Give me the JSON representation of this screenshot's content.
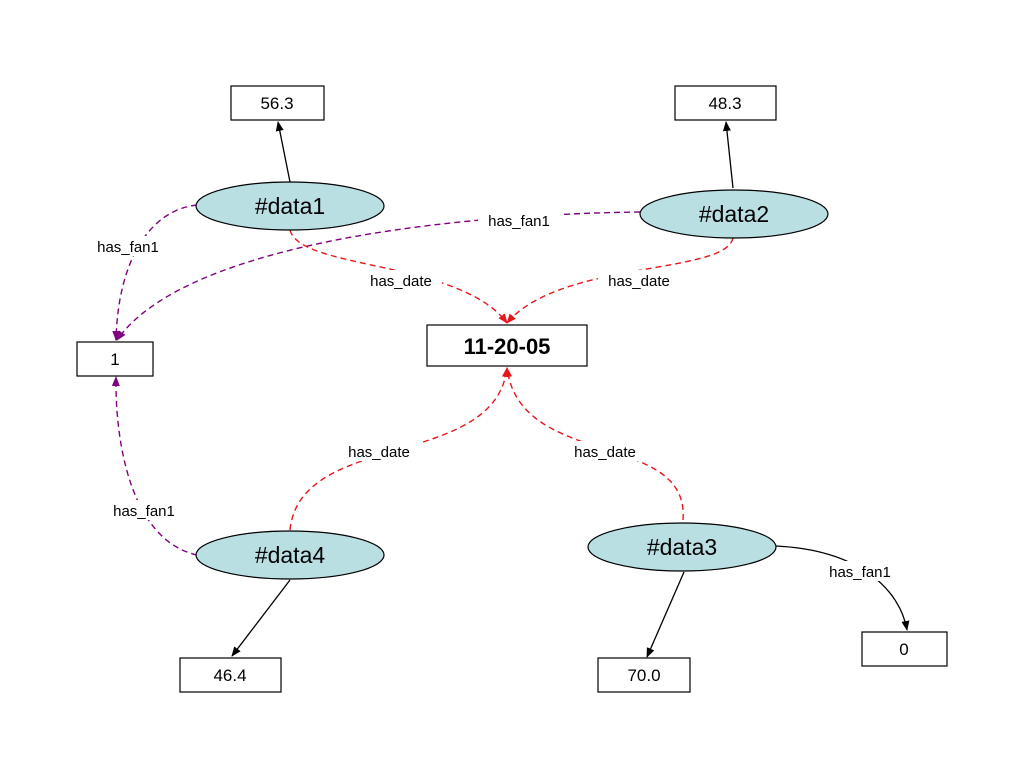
{
  "colors": {
    "node_fill": "#b9dfe3",
    "has_fan1_edge": "#800080",
    "has_date_edge": "#e8161b",
    "value_edge": "#000000"
  },
  "nodes": {
    "data1": "#data1",
    "data2": "#data2",
    "data3": "#data3",
    "data4": "#data4"
  },
  "boxes": {
    "date": "11-20-05",
    "data1_value": "56.3",
    "data2_value": "48.3",
    "data3_value": "70.0",
    "data4_value": "46.4",
    "fan_one": "1",
    "fan_zero": "0"
  },
  "edges": {
    "data1_fan": "has_fan1",
    "data2_fan": "has_fan1",
    "data4_fan": "has_fan1",
    "data3_fan": "has_fan1",
    "data1_date": "has_date",
    "data2_date": "has_date",
    "data4_date": "has_date",
    "data3_date": "has_date"
  }
}
